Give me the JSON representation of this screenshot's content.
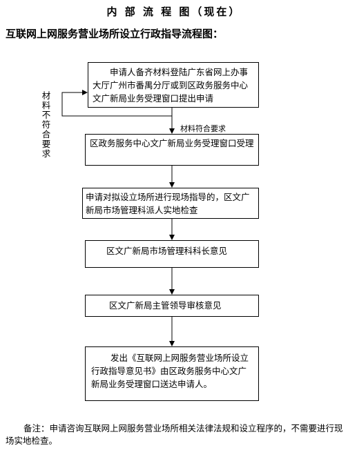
{
  "header": {
    "title": "内 部 流 程 图（现在）",
    "subtitle": "互联网上网服务营业场所设立行政指导流程图："
  },
  "steps": [
    {
      "text": "申请人备齐材料登陆广东省网上办事大厅广州市番禺分厅或到区政务服务中心文广新局业务受理窗口提出申请"
    },
    {
      "text": "区政务服务中心文广新局业务受理窗口受理"
    },
    {
      "text": "申请对拟设立场所进行现场指导的，区文广新局市场管理科派人实地检查"
    },
    {
      "text": "区文广新局市场管理科科长意见"
    },
    {
      "text": "区文广新局主管领导审核意见"
    },
    {
      "text": "发出《互联网上网服务营业场所设立行政指导意见书》由区政务服务中心文广新局业务受理窗口送达申请人。"
    }
  ],
  "labels": {
    "not_compliant": "材料不符合要求",
    "compliant": "材料符合要求"
  },
  "note": "备注：申请咨询互联网上网服务营业场所相关法律法规和设立程序的，不需要进行现场实地检查。"
}
